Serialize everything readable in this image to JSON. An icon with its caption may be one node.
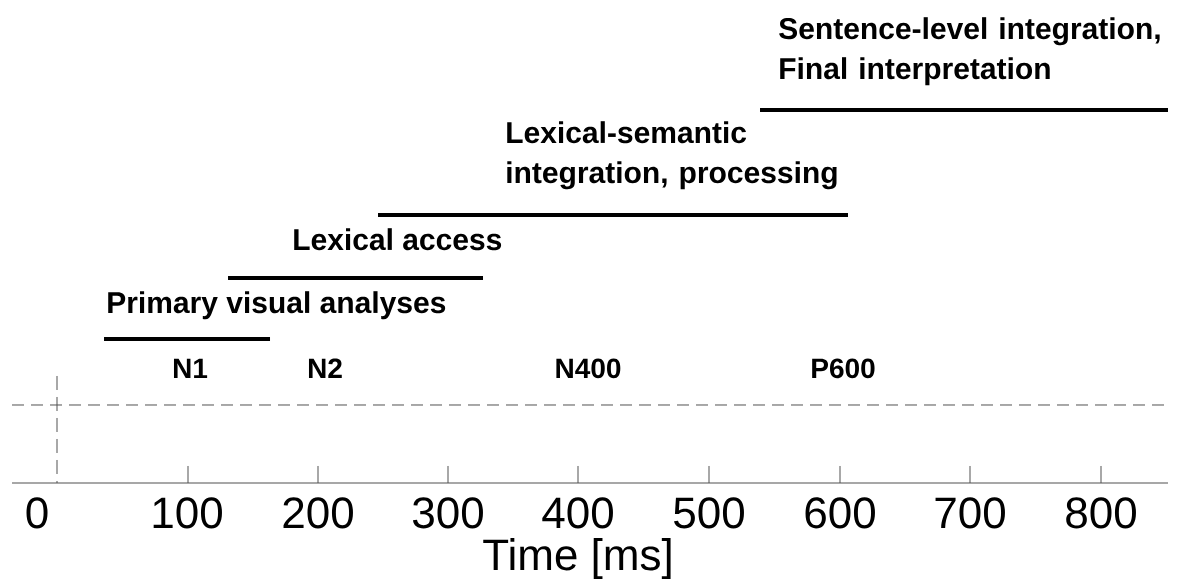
{
  "diagram": {
    "nodes": [
      {
        "text": [
          "Primary visual analyses"
        ]
      },
      {
        "text": [
          "Lexical access"
        ]
      },
      {
        "text": [
          "Lexical-semantic integration, processing"
        ]
      },
      {
        "text": [
          "Sentence-level integration, Final interpretation"
        ]
      }
    ],
    "labels": [
      "N1",
      "N2",
      "N400",
      "P600",
      "0",
      "100",
      "200",
      "300",
      "400",
      "500",
      "600",
      "700",
      "800",
      "Time [ms]"
    ]
  }
}
